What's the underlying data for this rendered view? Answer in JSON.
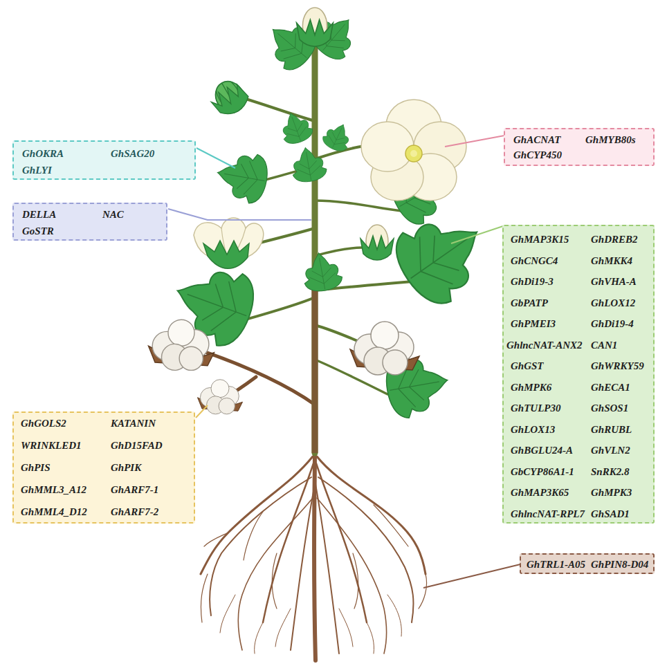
{
  "diagram": {
    "nodes": [
      {
        "text": [
          "GhOKRA",
          "GhSAG20",
          "GhLYI"
        ]
      },
      {
        "text": [
          "GhACNAT",
          "GhMYB80s",
          "GhCYP450"
        ]
      },
      {
        "text": [
          "DELLA",
          "NAC",
          "GoSTR"
        ]
      },
      {
        "text": [
          "GhMAP3K15",
          "GhDREB2",
          "GhCNGC4",
          "GhMKK4",
          "GhDi19-3",
          "GhVHA-A",
          "GbPATP",
          "GhLOX12",
          "GhPMEI3",
          "GhDi19-4",
          "GhlncNAT-ANX2",
          "CAN1",
          "GhGST",
          "GhWRKY59",
          "GhMPK6",
          "GhECA1",
          "GhTULP30",
          "GhSOS1",
          "GhLOX13",
          "GhRUBL",
          "GhBGLU24-A",
          "GhVLN2",
          "GbCYP86A1-1",
          "SnRK2.8",
          "GhMAP3K65",
          "GhMPK3",
          "GhlncNAT-RPL7",
          "GhSAD1"
        ]
      },
      {
        "text": [
          "GhGOLS2",
          "KATANIN",
          "WRINKLED1",
          "GhD15FAD",
          "GhPIS",
          "GhPIK",
          "GhMML3_A12",
          "GhARF7-1",
          "GhMML4_D12",
          "GhARF7-2"
        ]
      },
      {
        "text": [
          "GhTRL1-A05",
          "GhPIN8-D04"
        ]
      }
    ]
  }
}
